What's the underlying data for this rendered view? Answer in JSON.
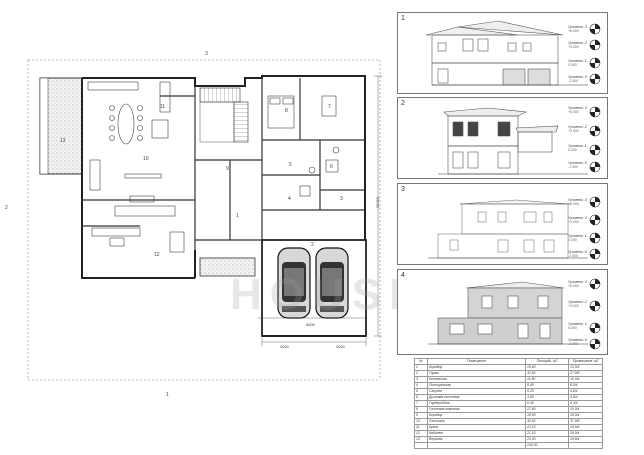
{
  "plan": {
    "side_labels": {
      "top": "3",
      "left": "2",
      "bottom": "1"
    },
    "room_numbers": [
      "1",
      "2",
      "3",
      "4",
      "5",
      "6",
      "7",
      "8",
      "9",
      "10",
      "11",
      "12",
      "13"
    ],
    "dims_bottom": [
      "3000",
      "3000"
    ],
    "dim_garage": "6500",
    "dim_right": "15450",
    "watermark": "HOUSE"
  },
  "elevations": [
    {
      "num": "1",
      "levels": [
        {
          "name": "Уровень 3",
          "value": "+6.000"
        },
        {
          "name": "Уровень 2",
          "value": "+3.000"
        },
        {
          "name": "Уровень 1",
          "value": "0.000"
        },
        {
          "name": "Уровень 0",
          "value": "-1.000"
        }
      ]
    },
    {
      "num": "2",
      "levels": [
        {
          "name": "Уровень 3",
          "value": "+6.000"
        },
        {
          "name": "Уровень 2",
          "value": "+3.000"
        },
        {
          "name": "Уровень 1",
          "value": "0.000"
        },
        {
          "name": "Уровень 0",
          "value": "-1.000"
        }
      ]
    },
    {
      "num": "3",
      "levels": [
        {
          "name": "Уровень 3",
          "value": "+6.000"
        },
        {
          "name": "Уровень 2",
          "value": "+3.000"
        },
        {
          "name": "Уровень 1",
          "value": "0.000"
        },
        {
          "name": "Уровень 0",
          "value": "-1.000"
        }
      ]
    },
    {
      "num": "4",
      "levels": [
        {
          "name": "Уровень 3",
          "value": "+6.000"
        },
        {
          "name": "Уровень 2",
          "value": "+3.000"
        },
        {
          "name": "Уровень 1",
          "value": "0.000"
        },
        {
          "name": "Уровень 0",
          "value": "-1.000"
        }
      ]
    }
  ],
  "table": {
    "headers": [
      "№",
      "Помещение",
      "Площадь, м2",
      "Примечание, м2"
    ],
    "rows": [
      [
        "1",
        "Коридор",
        "15,60",
        "13,0/4"
      ],
      [
        "2",
        "Гараж",
        "43,50",
        "27,0/8"
      ],
      [
        "3",
        "Котельная",
        "11,80",
        "10,0/4"
      ],
      [
        "4",
        "Постирочная",
        "8,40",
        "8,0/4"
      ],
      [
        "5",
        "Санузел",
        "5,20",
        "4,8/4"
      ],
      [
        "6",
        "Душевая гостевая",
        "4,80",
        "4,6/4"
      ],
      [
        "7",
        "Гардеробная",
        "6,30",
        "6,3/4"
      ],
      [
        "8",
        "Гостевая комната",
        "17,60",
        "15,0/4"
      ],
      [
        "9",
        "Коридор",
        "18,50",
        "16,0/4"
      ],
      [
        "10",
        "Гостиная",
        "40,60",
        "37,0/8"
      ],
      [
        "11",
        "Кухня",
        "22,10",
        "19,6/4"
      ],
      [
        "12",
        "Кабинет",
        "21,10",
        "19,0/4"
      ],
      [
        "13",
        "Веранда",
        "23,30",
        "19,8/4"
      ]
    ],
    "total": "243,00"
  }
}
